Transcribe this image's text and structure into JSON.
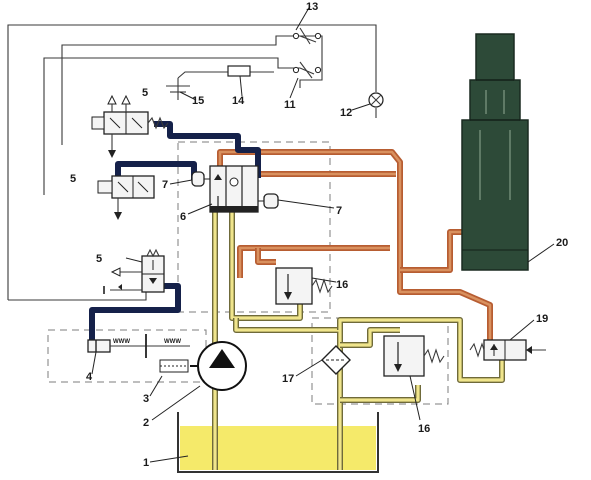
{
  "labels": {
    "l1": "1",
    "l2": "2",
    "l3": "3",
    "l4": "4",
    "l5a": "5",
    "l5b": "5",
    "l5c": "5",
    "l6": "6",
    "l7a": "7",
    "l7b": "7",
    "l11": "11",
    "l12": "12",
    "l13": "13",
    "l14": "14",
    "l15": "15",
    "l16a": "16",
    "l16b": "16",
    "l17": "17",
    "l19": "19",
    "l20": "20"
  }
}
